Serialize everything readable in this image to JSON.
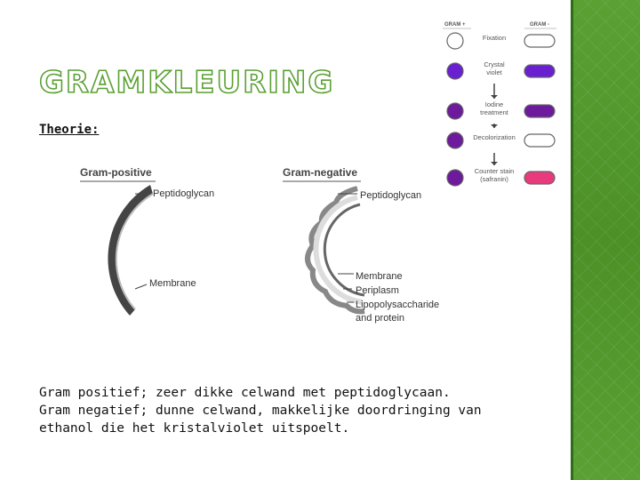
{
  "slide": {
    "title": "GRAMKLEURING",
    "subtitle": "Theorie:",
    "body_lines": [
      "Gram positief; zeer dikke celwand met peptidoglycaan.",
      "Gram negatief; dunne  celwand, makkelijke doordringing van",
      "ethanol die het kristalviolet uitspoelt."
    ]
  },
  "diagram_walls": {
    "positive_title": "Gram-positive",
    "positive_labels": [
      "Peptidoglycan",
      "Membrane"
    ],
    "negative_title": "Gram-negative",
    "negative_labels": [
      "Peptidoglycan",
      "Membrane",
      "Periplasm",
      "Lipopolysaccharide",
      "and protein"
    ]
  },
  "diagram_steps": {
    "header_positive": "GRAM +",
    "header_negative": "GRAM -",
    "steps": [
      {
        "label": [
          "Fixation"
        ],
        "pos_color": "#ffffff",
        "neg_color": "#ffffff"
      },
      {
        "label": [
          "Crystal",
          "violet"
        ],
        "pos_color": "#6a1fd0",
        "neg_color": "#6a1fd0"
      },
      {
        "label": [
          "Iodine",
          "treatment"
        ],
        "pos_color": "#6d1a9c",
        "neg_color": "#6d1a9c"
      },
      {
        "label": [
          "Decolorization"
        ],
        "pos_color": "#6d1a9c",
        "neg_color": "#ffffff"
      },
      {
        "label": [
          "Counter stain",
          "(safranin)"
        ],
        "pos_color": "#6d1a9c",
        "neg_color": "#e83a7c"
      }
    ]
  },
  "colors": {
    "accent_green": "#5aa033"
  }
}
